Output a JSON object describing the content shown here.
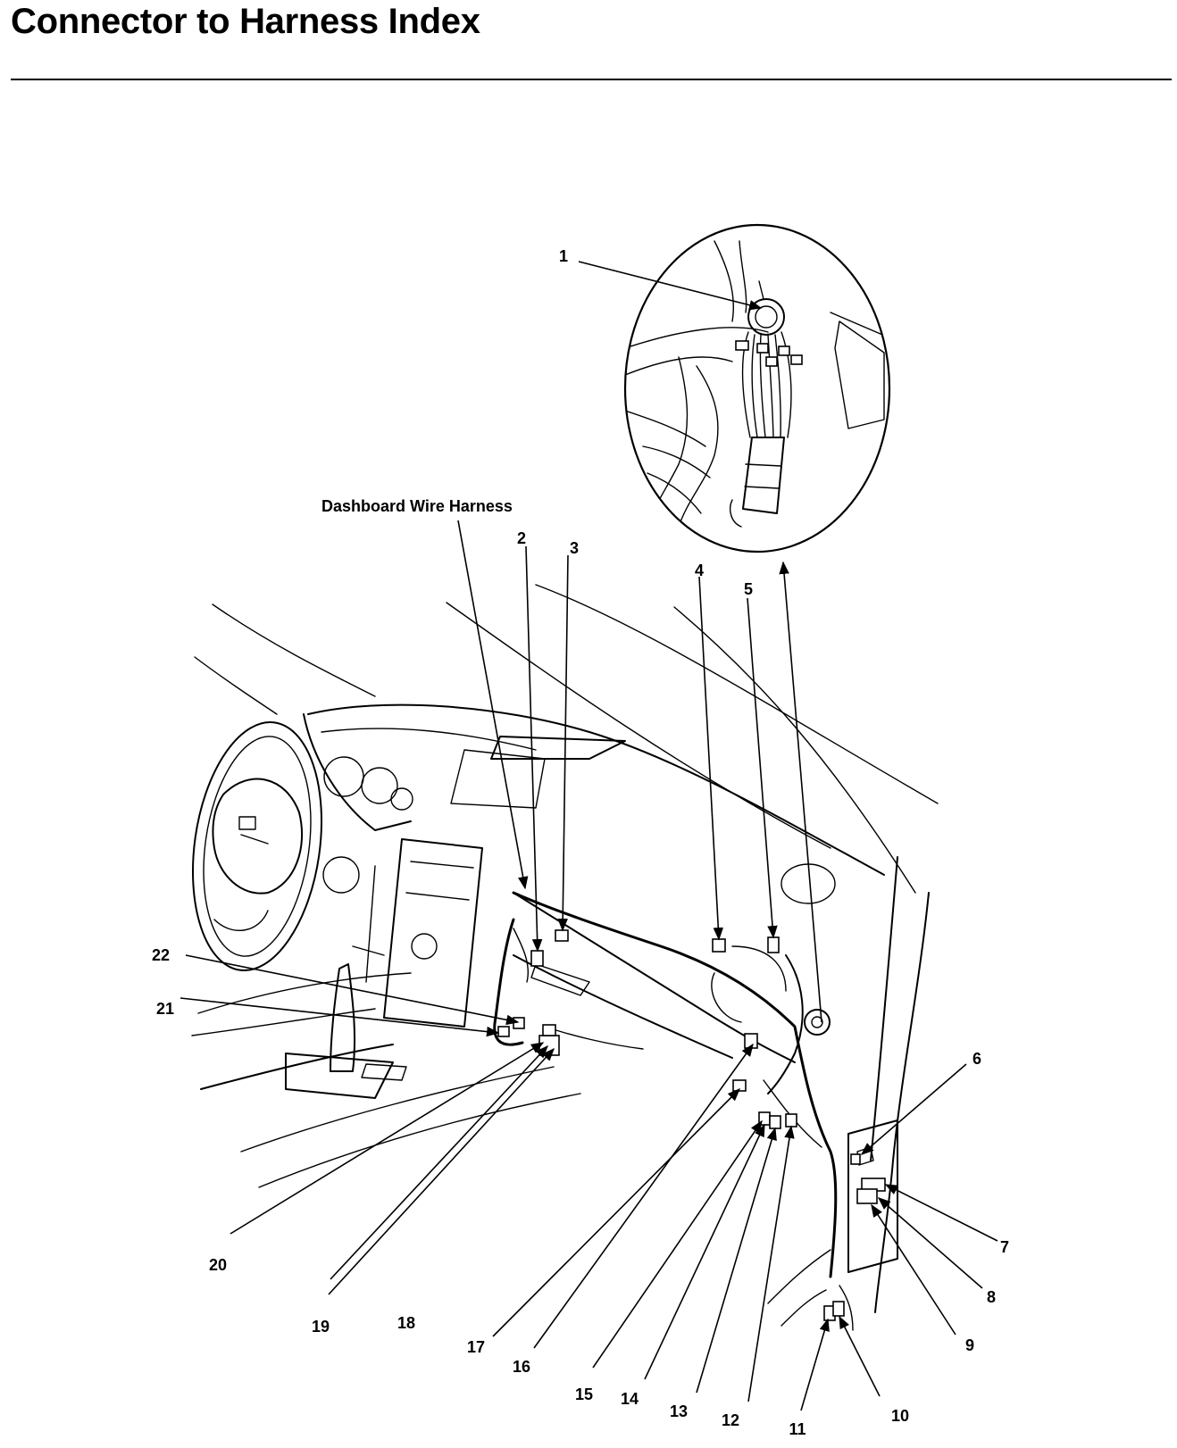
{
  "page": {
    "title": "Connector to Harness Index"
  },
  "harness_label": "Dashboard Wire Harness",
  "callouts": [
    {
      "id": "c1",
      "text": "1"
    },
    {
      "id": "c2",
      "text": "2"
    },
    {
      "id": "c3",
      "text": "3"
    },
    {
      "id": "c4",
      "text": "4"
    },
    {
      "id": "c5",
      "text": "5"
    },
    {
      "id": "c6",
      "text": "6"
    },
    {
      "id": "c7",
      "text": "7"
    },
    {
      "id": "c8",
      "text": "8"
    },
    {
      "id": "c9",
      "text": "9"
    },
    {
      "id": "c10",
      "text": "10"
    },
    {
      "id": "c11",
      "text": "11"
    },
    {
      "id": "c12",
      "text": "12"
    },
    {
      "id": "c13",
      "text": "13"
    },
    {
      "id": "c14",
      "text": "14"
    },
    {
      "id": "c15",
      "text": "15"
    },
    {
      "id": "c16",
      "text": "16"
    },
    {
      "id": "c17",
      "text": "17"
    },
    {
      "id": "c18",
      "text": "18"
    },
    {
      "id": "c19",
      "text": "19"
    },
    {
      "id": "c20",
      "text": "20"
    },
    {
      "id": "c21",
      "text": "21"
    },
    {
      "id": "c22",
      "text": "22"
    }
  ]
}
